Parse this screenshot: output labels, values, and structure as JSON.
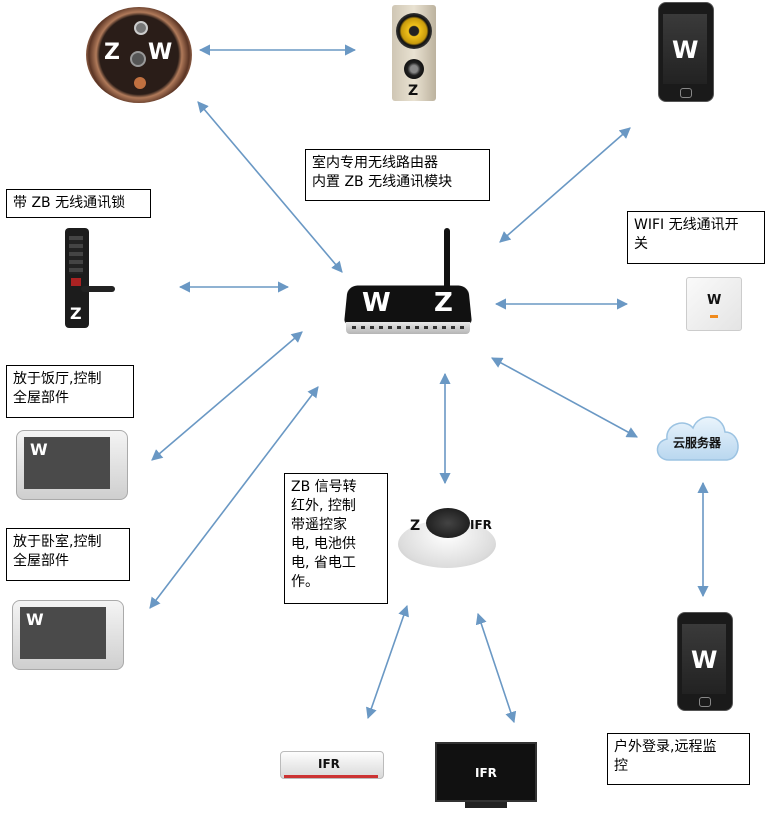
{
  "labels": {
    "router": "室内专用无线路由器\n内置 ZB 无线通讯模块",
    "lock": "带 ZB 无线通讯锁",
    "wifi_switch": "WIFI 无线通讯开\n关",
    "tablet_dining": "放于饭厅,控制\n全屋部件",
    "tablet_bedroom": "放于卧室,控制\n全屋部件",
    "ir_hub": "ZB 信号转\n红外, 控制\n带遥控家\n电, 电池供\n电, 省电工\n作。",
    "phone_outdoor": "户外登录,远程监\n控"
  },
  "device_marks": {
    "doorbell_z": "Z",
    "doorbell_w": "W",
    "speaker": "Z",
    "phone_top": "W",
    "router_w": "W",
    "router_z": "Z",
    "lock": "Z",
    "wall_switch": "W",
    "tablet_dining": "W",
    "tablet_bedroom": "W",
    "ir_hub_z": "Z",
    "ir_hub_ifr": "IFR",
    "cloud": "云服务器",
    "phone_bottom": "W",
    "aircon": "IFR",
    "tv": "IFR"
  },
  "colors": {
    "arrow": "#6a98c4",
    "device_dark": "#1b1b1b"
  }
}
